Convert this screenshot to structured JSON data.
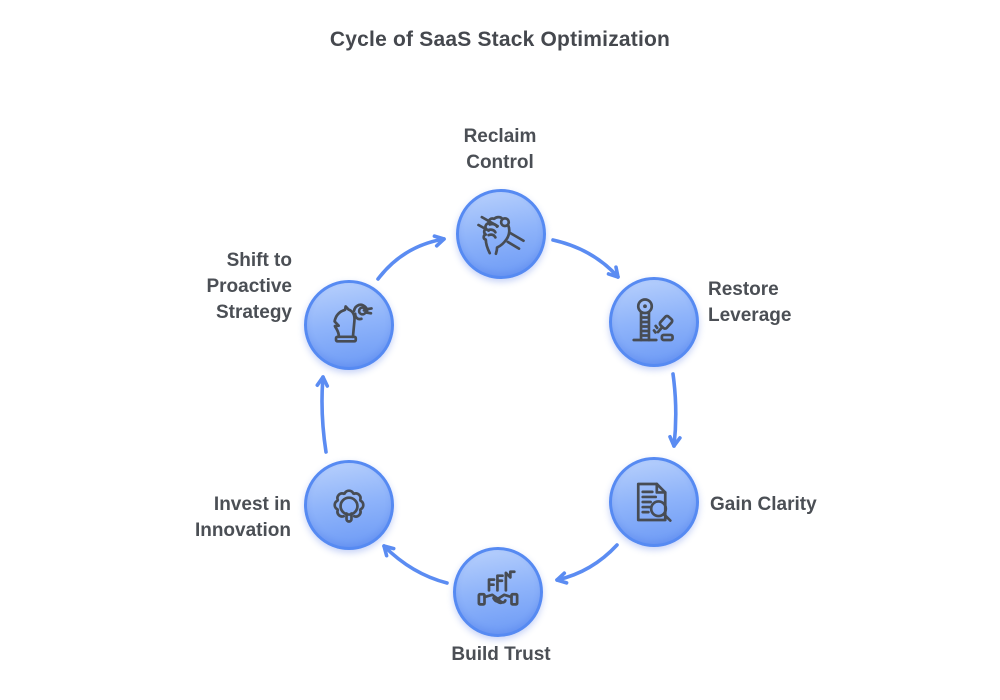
{
  "title": "Cycle of SaaS Stack Optimization",
  "colors": {
    "background": "#ffffff",
    "title_text": "#45484e",
    "label_text": "#4b4f55",
    "arrow": "#5b8cf2",
    "node_border": "#568af2",
    "node_gradient_top": "#b9d1fc",
    "node_gradient_mid": "#8fb4fa",
    "node_gradient_bottom": "#6b99f5",
    "icon_stroke": "#474c54"
  },
  "nodes": [
    {
      "name": "reclaim-control",
      "icon": "fist-reins-icon",
      "lines": [
        "Reclaim",
        "Control"
      ]
    },
    {
      "name": "restore-leverage",
      "icon": "high-striker-lever-icon",
      "lines": [
        "Restore",
        "Leverage"
      ]
    },
    {
      "name": "gain-clarity",
      "icon": "document-magnifier-icon",
      "lines": [
        "Gain Clarity"
      ]
    },
    {
      "name": "build-trust",
      "icon": "handshake-icon",
      "lines": [
        "Build Trust"
      ]
    },
    {
      "name": "invest-innovation",
      "icon": "gear-lightbulb-icon",
      "lines": [
        "Invest in",
        "Innovation"
      ]
    },
    {
      "name": "shift-proactive-strategy",
      "icon": "chess-knight-hand-icon",
      "lines": [
        "Shift to",
        "Proactive",
        "Strategy"
      ]
    }
  ]
}
